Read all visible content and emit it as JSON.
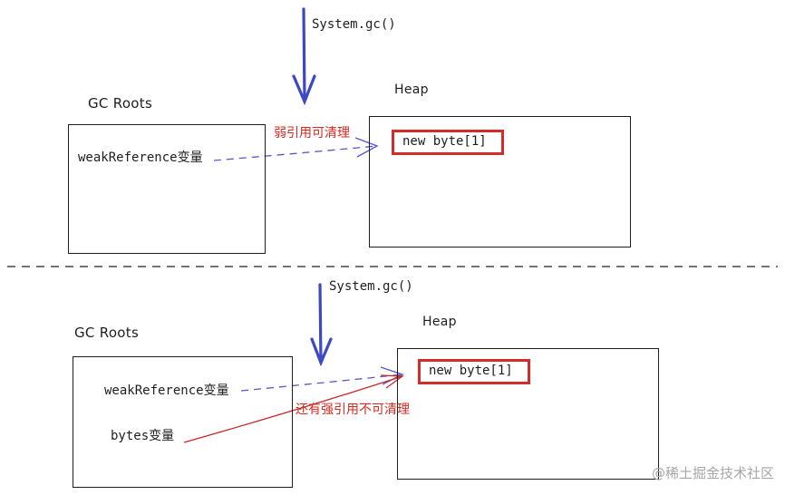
{
  "top_panel": {
    "gc_call": "System.gc()",
    "gc_roots_title": "GC Roots",
    "heap_title": "Heap",
    "weak_ref_var": "weakReference变量",
    "heap_object": "new byte[1]",
    "edge_label": "弱引用可清理"
  },
  "bottom_panel": {
    "gc_call": "System.gc()",
    "gc_roots_title": "GC Roots",
    "heap_title": "Heap",
    "weak_ref_var": "weakReference变量",
    "bytes_var": "bytes变量",
    "heap_object": "new byte[1]",
    "edge_label": "还有强引用不可清理"
  },
  "watermark": "@稀土掘金技术社区",
  "colors": {
    "gc_arrow": "#3b49c4",
    "weak_ref_edge": "#5a55c8",
    "strong_ref_edge": "#c8282a",
    "highlight_box": "#d42b2b",
    "label_red": "#d9281e"
  }
}
